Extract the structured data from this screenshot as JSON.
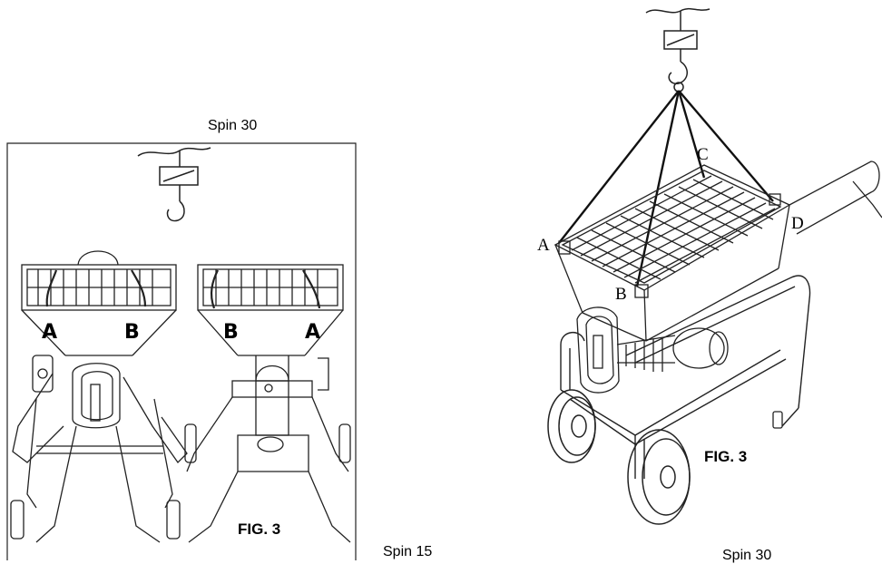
{
  "left_figure": {
    "top_caption": "Spin 30",
    "bottom_caption": "Spin 15",
    "fig_label": "FIG. 3",
    "left_view_labels": [
      "A",
      "B"
    ],
    "right_view_labels": [
      "B",
      "A"
    ]
  },
  "right_figure": {
    "bottom_caption": "Spin 30",
    "fig_label": "FIG. 3",
    "point_labels": {
      "a": "A",
      "b": "B",
      "c": "C",
      "d": "D"
    }
  }
}
